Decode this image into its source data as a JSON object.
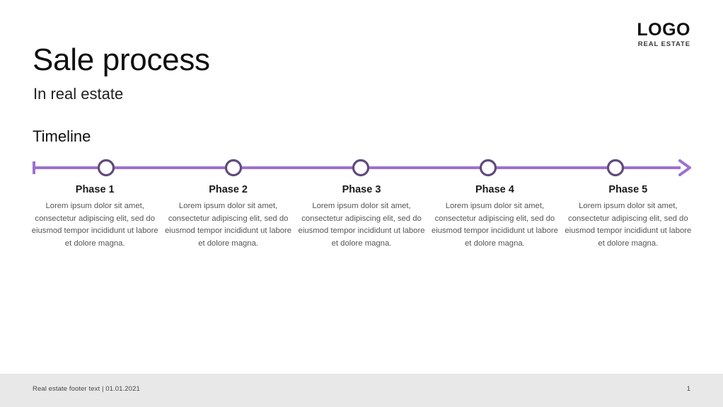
{
  "logo": {
    "main": "LOGO",
    "sub": "REAL ESTATE"
  },
  "header": {
    "title": "Sale process",
    "subtitle": "In real estate"
  },
  "section": {
    "heading": "Timeline"
  },
  "colors": {
    "line": "#9b72cf",
    "marker_stroke": "#5f4b7a",
    "marker_fill": "#ffffff",
    "footer_background": "#e8e8e8",
    "body_text": "#555555"
  },
  "timeline": {
    "marker_icon": "circle-marker-icon",
    "start_cap_icon": "line-start-tick-icon",
    "end_cap_icon": "arrow-right-icon",
    "phases": [
      {
        "title": "Phase 1",
        "body": "Lorem ipsum dolor sit amet, consectetur adipiscing elit, sed do eiusmod tempor incididunt ut labore et dolore magna."
      },
      {
        "title": "Phase 2",
        "body": "Lorem ipsum dolor sit amet, consectetur adipiscing elit, sed do eiusmod tempor incididunt ut labore et dolore magna."
      },
      {
        "title": "Phase 3",
        "body": "Lorem ipsum dolor sit amet, consectetur adipiscing elit, sed do eiusmod tempor incididunt ut labore et dolore magna."
      },
      {
        "title": "Phase 4",
        "body": "Lorem ipsum dolor sit amet, consectetur adipiscing elit, sed do eiusmod tempor incididunt ut labore et dolore magna."
      },
      {
        "title": "Phase 5",
        "body": "Lorem ipsum dolor sit amet, consectetur adipiscing elit, sed do eiusmod tempor incididunt ut labore et dolore magna."
      }
    ]
  },
  "footer": {
    "text": "Real estate footer text | 01.01.2021",
    "page_number": "1"
  }
}
